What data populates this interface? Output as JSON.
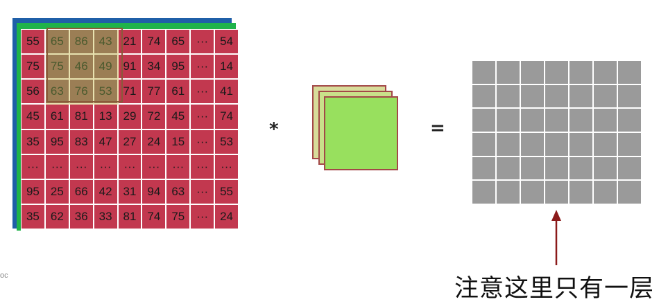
{
  "input_matrix": {
    "rows": [
      [
        "55",
        "65",
        "86",
        "43",
        "21",
        "74",
        "65",
        "···",
        "54"
      ],
      [
        "75",
        "75",
        "46",
        "49",
        "91",
        "34",
        "95",
        "···",
        "14"
      ],
      [
        "56",
        "63",
        "76",
        "53",
        "71",
        "77",
        "61",
        "···",
        "41"
      ],
      [
        "45",
        "61",
        "81",
        "13",
        "29",
        "72",
        "45",
        "···",
        "74"
      ],
      [
        "35",
        "95",
        "83",
        "47",
        "27",
        "24",
        "15",
        "···",
        "53"
      ],
      [
        "···",
        "···",
        "···",
        "···",
        "···",
        "···",
        "···",
        "···",
        "···"
      ],
      [
        "95",
        "25",
        "66",
        "42",
        "31",
        "94",
        "63",
        "···",
        "55"
      ],
      [
        "35",
        "62",
        "36",
        "33",
        "81",
        "74",
        "75",
        "···",
        "24"
      ]
    ],
    "highlight": {
      "row_start": 0,
      "row_end": 2,
      "col_start": 1,
      "col_end": 3
    }
  },
  "operators": {
    "convolution": "*",
    "equals": "="
  },
  "output_matrix": {
    "rows": 6,
    "cols": 7
  },
  "annotation": {
    "text": "注意这里只有一层"
  },
  "edge_text": "oc",
  "colors": {
    "input_cell": "#c2384f",
    "input_highlight": "#9b7e55",
    "channel_blue": "#1f5fa8",
    "channel_green": "#1fb34a",
    "kernel_front": "#98e05e",
    "output_cell": "#9a9a9a",
    "arrow": "#8b1a1a"
  }
}
